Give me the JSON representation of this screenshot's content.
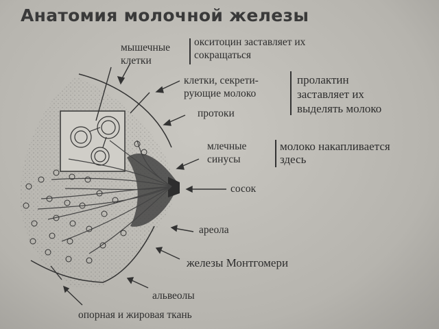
{
  "title": "Анатомия молочной железы",
  "labels": {
    "muscle_cells": [
      "мышечные",
      "клетки"
    ],
    "oxytocin_note": [
      "окситоцин заставляет их",
      "сокращаться"
    ],
    "secreting_cells": [
      "клетки, секрети-",
      "рующие молоко"
    ],
    "prolactin_note": [
      "пролактин",
      "заставляет их",
      "выделять молоко"
    ],
    "ducts": "протоки",
    "milk_sinuses": [
      "млечные",
      "синусы"
    ],
    "sinus_note": [
      "молоко накапливается",
      "здесь"
    ],
    "nipple": "сосок",
    "areola": "ареола",
    "montgomery_glands": "железы Монтгомери",
    "alveoli": "альвеолы",
    "support_tissue": "опорная и жировая ткань"
  },
  "colors": {
    "ink": "#2d2d2d",
    "paper": "#c4c2bc",
    "dark_tissue": "#3a3a3a"
  }
}
